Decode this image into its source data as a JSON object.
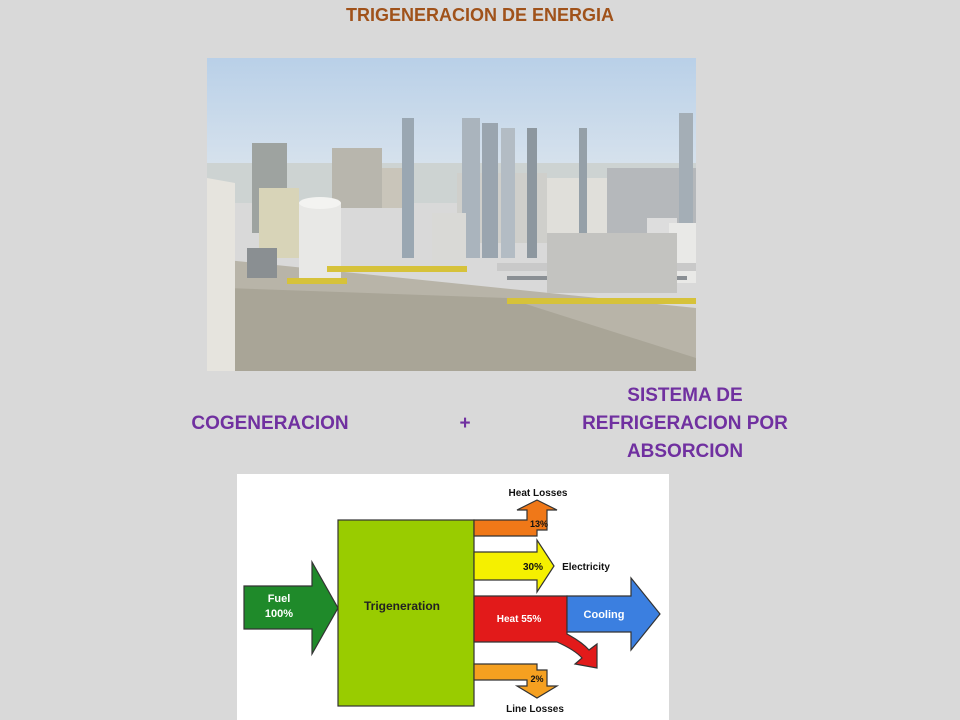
{
  "page": {
    "title": "TRIGENERACION DE ENERGIA",
    "equation": {
      "left": "COGENERACION",
      "operator": "+",
      "right_lines": [
        "SISTEMA DE",
        "REFRIGERACION POR",
        "ABSORCION"
      ]
    }
  },
  "diagram": {
    "center_label": "Trigeneration",
    "input": {
      "label_line1": "Fuel",
      "label_line2": "100%",
      "color": "#1f8a2a"
    },
    "outputs": {
      "heat_losses": {
        "label": "Heat Losses",
        "value": "13%",
        "color": "#f07818"
      },
      "electricity": {
        "label": "Electricity",
        "value": "30%",
        "color": "#f5f000"
      },
      "heat": {
        "value": "Heat 55%",
        "color": "#e21a1a"
      },
      "cooling": {
        "label": "Cooling",
        "color": "#3b7fe0"
      },
      "line_losses": {
        "label": "Line Losses",
        "value": "2%",
        "color": "#f5a020"
      }
    },
    "center_color": "#99cc00"
  }
}
